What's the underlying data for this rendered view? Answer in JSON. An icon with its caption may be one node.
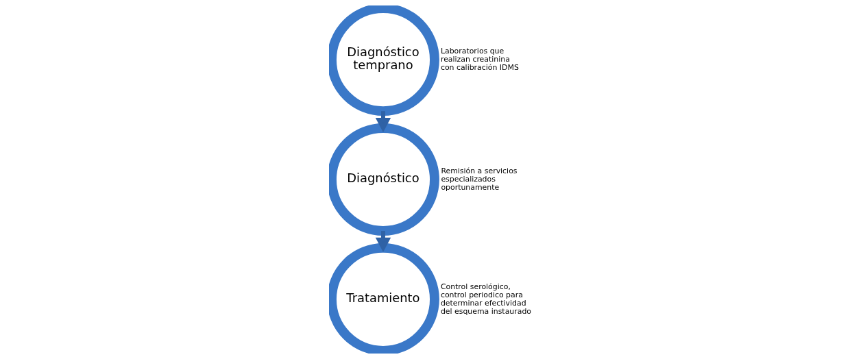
{
  "diagram": {
    "nodes": [
      {
        "text": [
          "Diagnóstico temprano"
        ],
        "beside": [
          "Laboratorios que realizan creatinina con calibración IDMS"
        ]
      },
      {
        "text": [
          "Diagnóstico"
        ],
        "beside": [
          "Remisión a servicios especializados oportunamente"
        ]
      },
      {
        "text": [
          "Tratamiento"
        ],
        "beside": [
          "Control serológico, control periodico para determinar efectividad del esquema instaurado"
        ]
      }
    ],
    "edges": [
      {
        "from": 0,
        "to": 1,
        "arrow": "to"
      },
      {
        "from": 1,
        "to": 2,
        "arrow": "to"
      }
    ]
  }
}
